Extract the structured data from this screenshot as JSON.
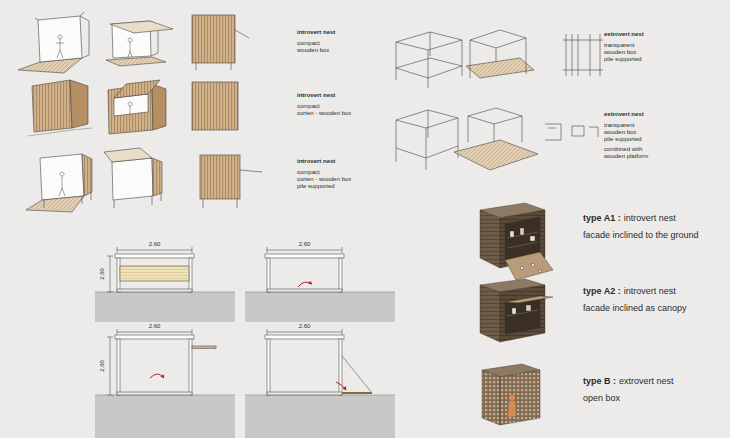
{
  "diagram": {
    "labels": [
      "introvert nest",
      "compact",
      "wooden box",
      "extrovert nest",
      "transparent",
      "wooden box",
      "pile supported",
      "introvert nest",
      "compact",
      "corten - wooden box",
      "extrovert nest",
      "transparent",
      "wooden box",
      "pile supported",
      "combined with",
      "wooden platform",
      "introvert nest",
      "compact",
      "corten - wooden box",
      "pile supported",
      "2.60",
      "2.60",
      "2.60",
      "type A1 :",
      "introvert nest",
      "facade inclined to the ground",
      "2.60",
      "2.60",
      "2.60",
      "type A2 :",
      "introvert nest",
      "facade inclined as canopy",
      "type B :",
      "extrovert nest",
      "open box"
    ]
  }
}
